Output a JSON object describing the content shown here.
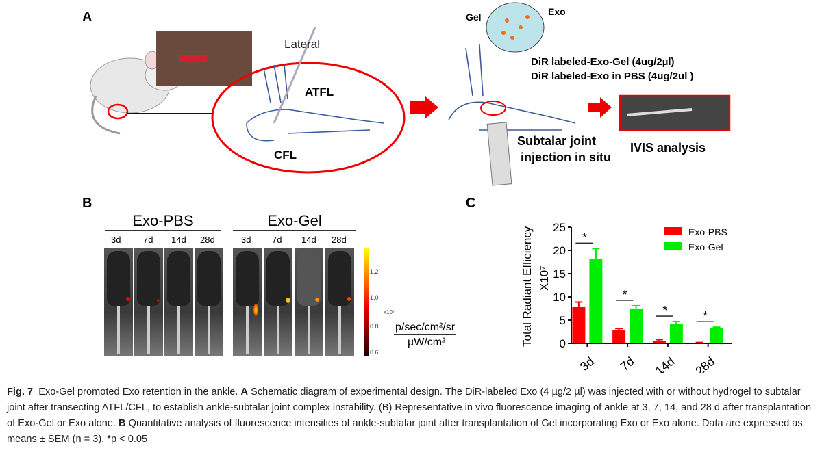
{
  "panel_a": {
    "label": "A",
    "lateral": "Lateral",
    "atfl": "ATFL",
    "cfl": "CFL",
    "gel": "Gel",
    "exo": "Exo",
    "dir_gel": "DiR labeled-Exo-Gel (4ug/2µl)",
    "dir_pbs": "DiR labeled-Exo in PBS (4ug/2ul )",
    "injection_1": "Subtalar joint",
    "injection_2": "injection in situ",
    "ivis": "IVIS analysis"
  },
  "panel_b": {
    "label": "B",
    "group_pbs": "Exo-PBS",
    "group_gel": "Exo-Gel",
    "days": [
      "3d",
      "7d",
      "14d",
      "28d"
    ],
    "colorbar_ticks": [
      "1.2",
      "1.0",
      "0.8",
      "0.6"
    ],
    "colorbar_exp": "x10⁷",
    "unit_num": "p/sec/cm²/sr",
    "unit_den": "µW/cm²"
  },
  "panel_c": {
    "label": "C"
  },
  "chart_data": {
    "type": "bar",
    "categories": [
      "3d",
      "7d",
      "14d",
      "28d"
    ],
    "series": [
      {
        "name": "Exo-PBS",
        "color": "#ff0000",
        "values": [
          7.8,
          2.9,
          0.5,
          0.15
        ],
        "errors": [
          1.1,
          0.3,
          0.3,
          0.05
        ]
      },
      {
        "name": "Exo-Gel",
        "color": "#00ee00",
        "values": [
          18.1,
          7.4,
          4.2,
          3.3
        ],
        "errors": [
          2.3,
          0.7,
          0.5,
          0.2
        ]
      }
    ],
    "ylabel": "Total Radiant Efficiency",
    "ylabel2": "X10⁷",
    "ylim": [
      0,
      25
    ],
    "yticks": [
      "0",
      "5",
      "10",
      "15",
      "20",
      "25"
    ],
    "significance": [
      "*",
      "*",
      "*",
      "*"
    ],
    "legend": "top-right"
  },
  "caption": {
    "fig": "Fig. 7",
    "t1": "Exo-Gel promoted Exo retention in the ankle. ",
    "a": "A",
    "t2": " Schematic diagram of experimental design. The DiR-labeled Exo (4 µg/2 µl) was injected with or without hydrogel to subtalar joint after transecting ATFL/CFL, to establish ankle-subtalar joint complex instability. (B) Representative in vivo fluorescence imaging of ankle at 3, 7, 14, and 28 d after transplantation of Exo-Gel or Exo alone. ",
    "b": "B",
    "t3": " Quantitative analysis of fluorescence intensities of ankle-subtalar joint after transplantation of Gel incorporating Exo or Exo alone. Data are expressed as means ± SEM (n = 3). *p < 0.05"
  }
}
